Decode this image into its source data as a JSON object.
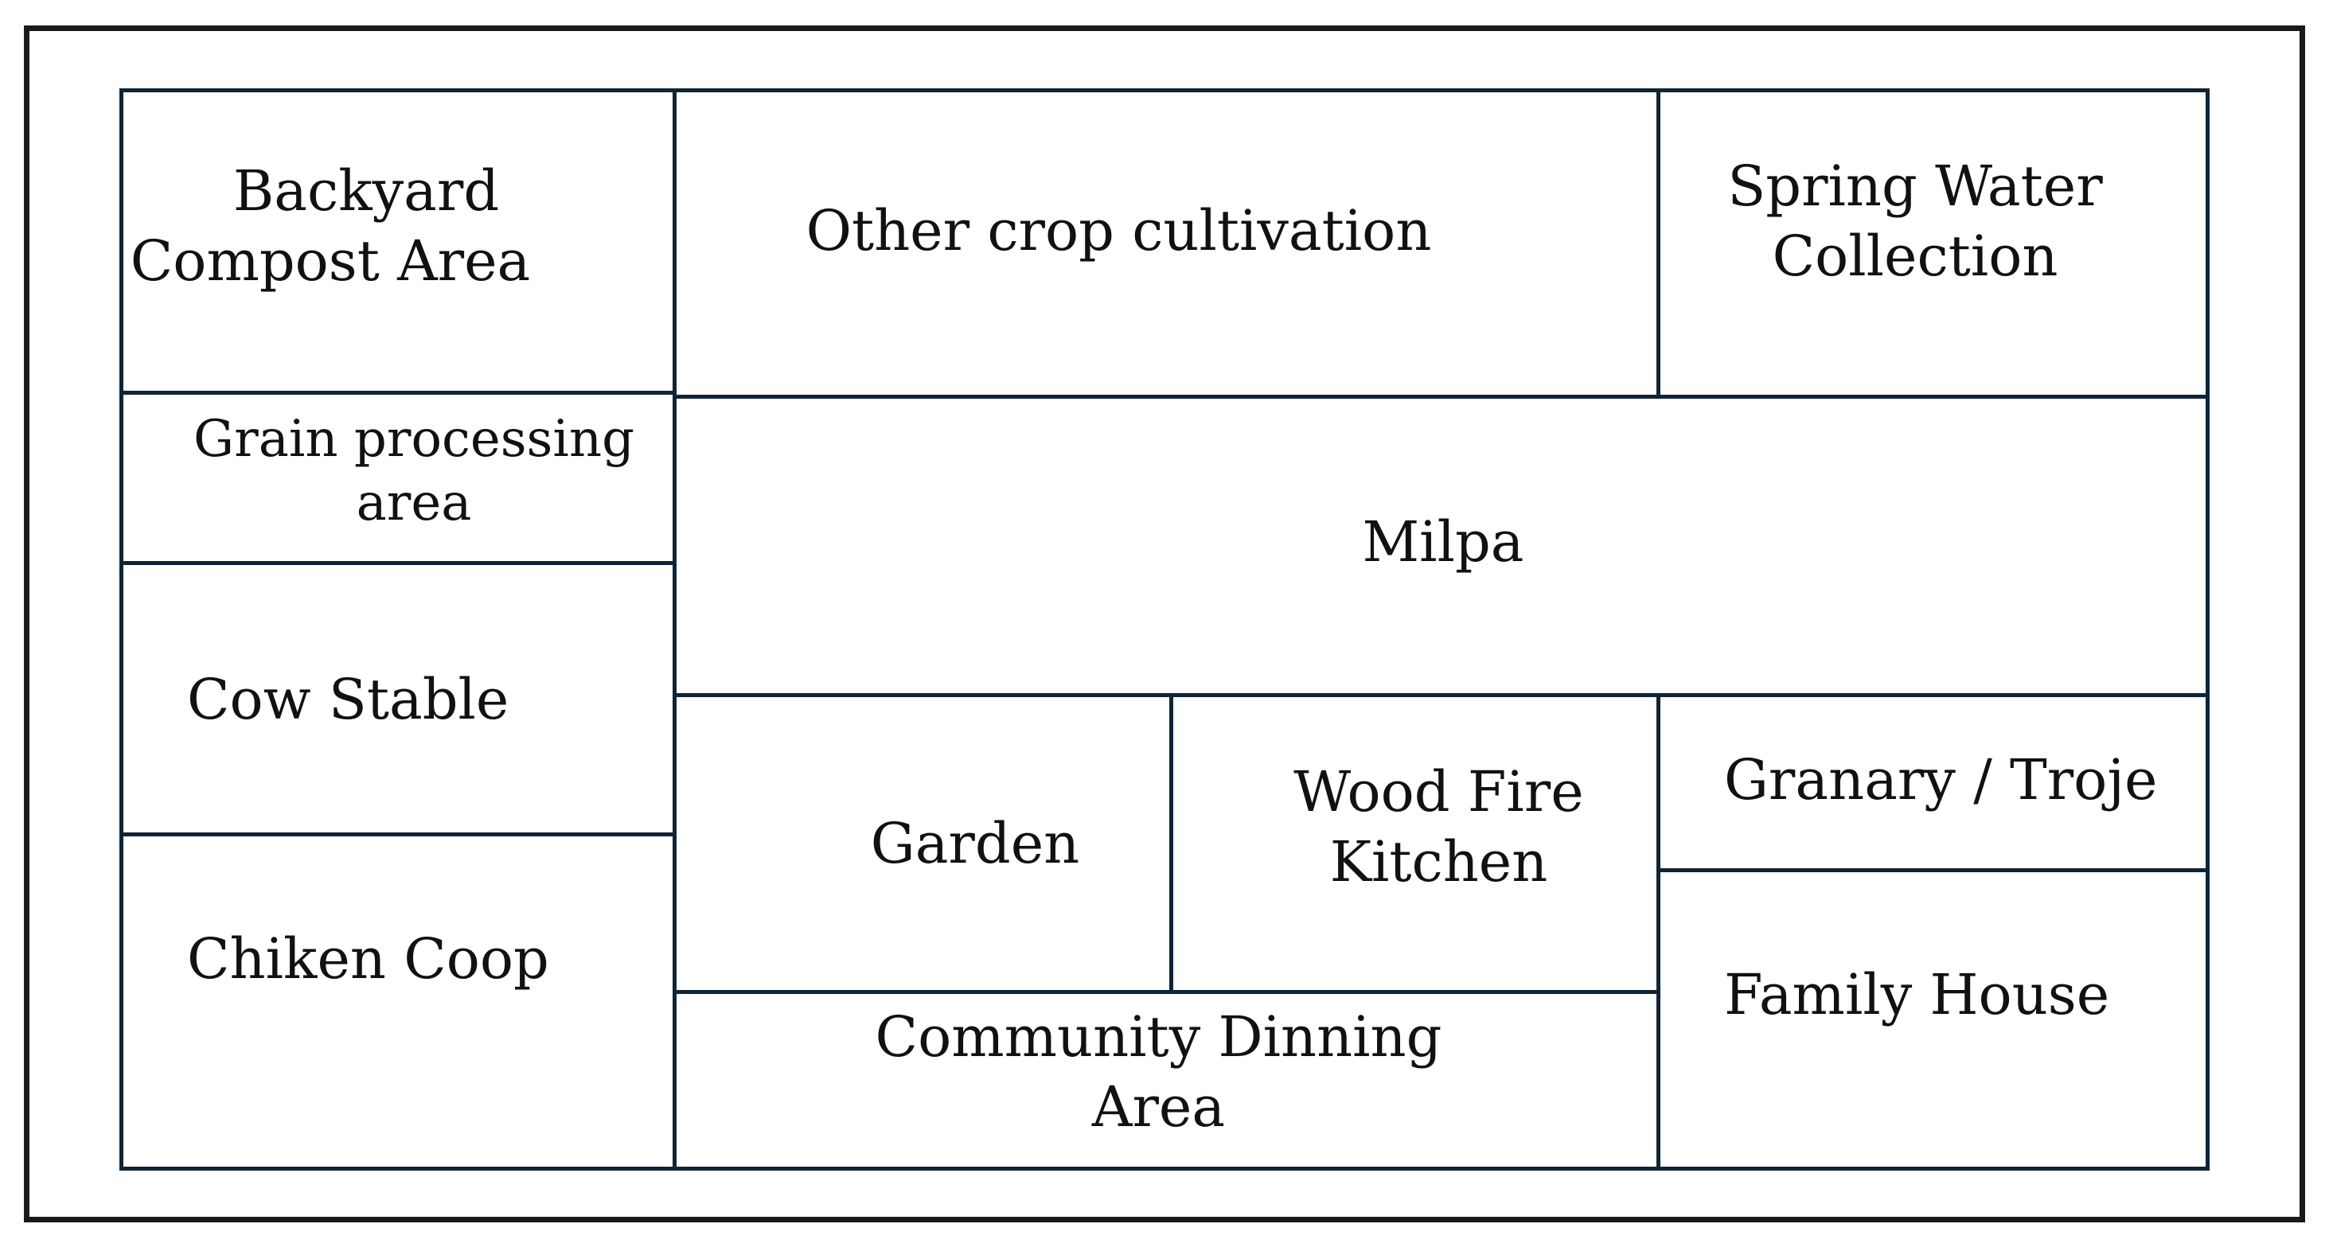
{
  "zones": {
    "backyard_compost": [
      "Backyard",
      "Compost Area"
    ],
    "other_crop": "Other crop cultivation",
    "spring_water": [
      "Spring Water",
      "Collection"
    ],
    "grain_processing": [
      "Grain processing",
      "area"
    ],
    "milpa": "Milpa",
    "cow_stable": "Cow Stable",
    "garden": "Garden",
    "wood_fire_kitchen": [
      "Wood Fire",
      "Kitchen"
    ],
    "granary": "Granary / Troje",
    "chicken_coop": "Chiken Coop",
    "community_dining": [
      "Community Dinning",
      "Area"
    ],
    "family_house": "Family House"
  },
  "colors": {
    "line": "#0f2436",
    "frame": "#1a1a1a",
    "text": "#111111"
  }
}
